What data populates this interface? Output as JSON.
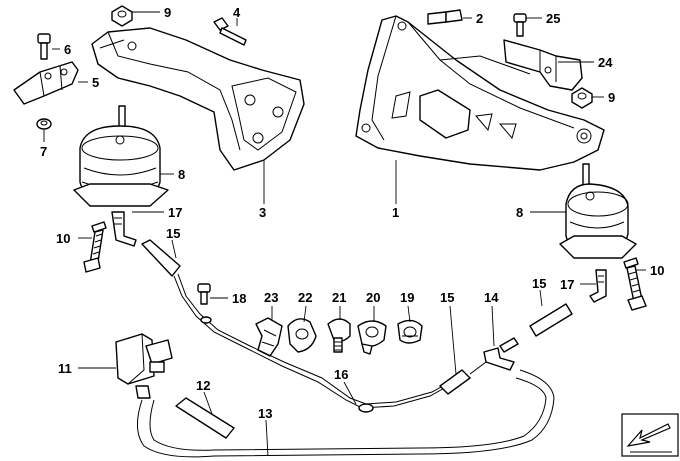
{
  "callouts": [
    "1",
    "2",
    "3",
    "4",
    "5",
    "6",
    "7",
    "8",
    "9",
    "10",
    "11",
    "12",
    "13",
    "14",
    "15",
    "16",
    "17",
    "18",
    "19",
    "20",
    "21",
    "22",
    "23",
    "24",
    "25"
  ],
  "icons": [
    "assembly-arrow-icon"
  ]
}
